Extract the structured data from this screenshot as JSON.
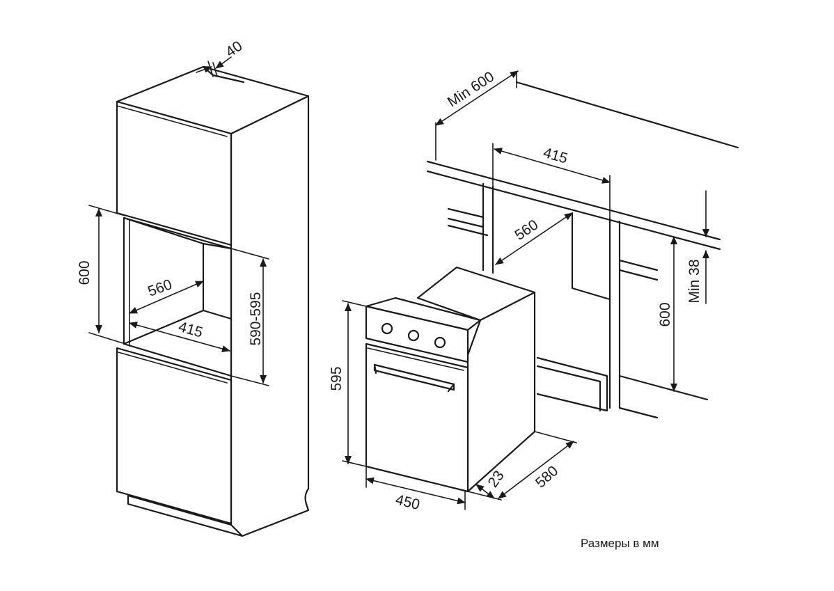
{
  "dimensions": {
    "cabinet_depth_panel": "40",
    "cabinet_niche_height": "600",
    "cabinet_niche_depth": "560",
    "cabinet_niche_width": "415",
    "cabinet_niche_height_range": "590-595",
    "countertop_min_depth": "Min 600",
    "undercounter_niche_width": "415",
    "undercounter_niche_depth": "560",
    "undercounter_gap_min": "Min 38",
    "undercounter_niche_height": "600",
    "oven_height": "595",
    "oven_width": "450",
    "oven_front_thickness": "23",
    "oven_depth": "580"
  },
  "units_note": "Размеры в мм",
  "colors": {
    "line": "#1a1a1a",
    "background": "#ffffff"
  }
}
